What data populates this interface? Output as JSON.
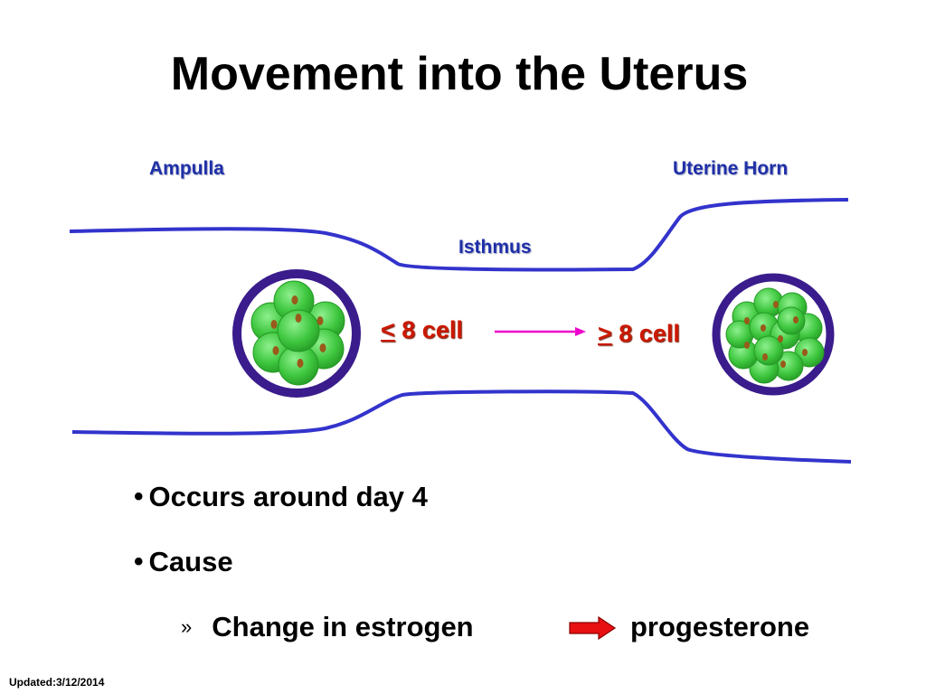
{
  "title": "Movement into the Uterus",
  "labels": {
    "ampulla": "Ampulla",
    "isthmus": "Isthmus",
    "uterine_horn": "Uterine Horn"
  },
  "embryo_labels": {
    "left_symbol": "<",
    "left_text": " 8 cell",
    "right_symbol": ">",
    "right_text": " 8 cell"
  },
  "bullets": [
    "Occurs around day 4",
    "Cause"
  ],
  "bullet_glyph": "•",
  "sub_glyph": "»",
  "sub_item": {
    "from": "Change in estrogen",
    "to": "progesterone"
  },
  "footer": "Updated:3/12/2014",
  "colors": {
    "oviduct_line": "#3333cc",
    "zona": "#3a1c8c",
    "blastomere": "#3fc73f",
    "nucleus": "#9a5a1a",
    "label_blue": "#1f2fa8",
    "label_red": "#cc1800",
    "magenta_arrow": "#ee00cc",
    "red_arrow": "#e81010"
  },
  "icons": {
    "transition_arrow": "magenta-right-arrow",
    "cause_arrow": "red-block-arrow"
  }
}
